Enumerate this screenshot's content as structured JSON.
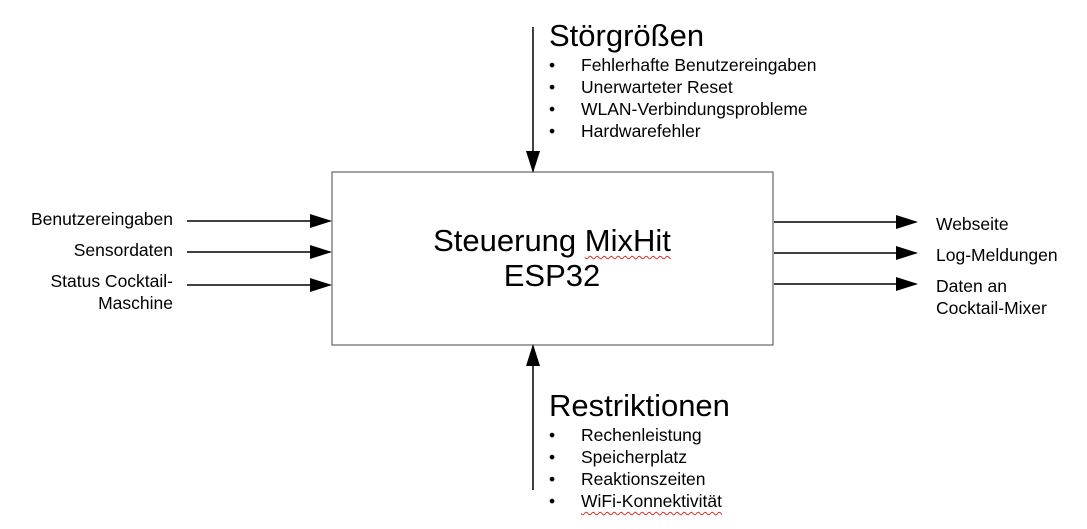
{
  "system": {
    "title_line1_prefix": "Steuerung ",
    "title_line1_word": "MixHit",
    "title_line2": "ESP32"
  },
  "disturbances": {
    "heading": "Störgrößen",
    "items": [
      "Fehlerhafte Benutzereingaben",
      "Unerwarteter Reset",
      "WLAN-Verbindungsprobleme",
      "Hardwarefehler"
    ]
  },
  "restrictions": {
    "heading": "Restriktionen",
    "items": [
      "Rechenleistung",
      "Speicherplatz",
      "Reaktionszeiten"
    ],
    "last_item": "WiFi-Konnektivität"
  },
  "inputs": {
    "benutzereingaben": "Benutzereingaben",
    "sensordaten": "Sensordaten",
    "status_line1": "Status Cocktail-",
    "status_line2": "Maschine"
  },
  "outputs": {
    "webseite": "Webseite",
    "log_meldungen": "Log-Meldungen",
    "daten_line1": "Daten an",
    "daten_line2": "Cocktail-Mixer"
  },
  "colors": {
    "line": "#000000",
    "box_border": "#666666",
    "spellcheck_underline": "#d23232"
  }
}
